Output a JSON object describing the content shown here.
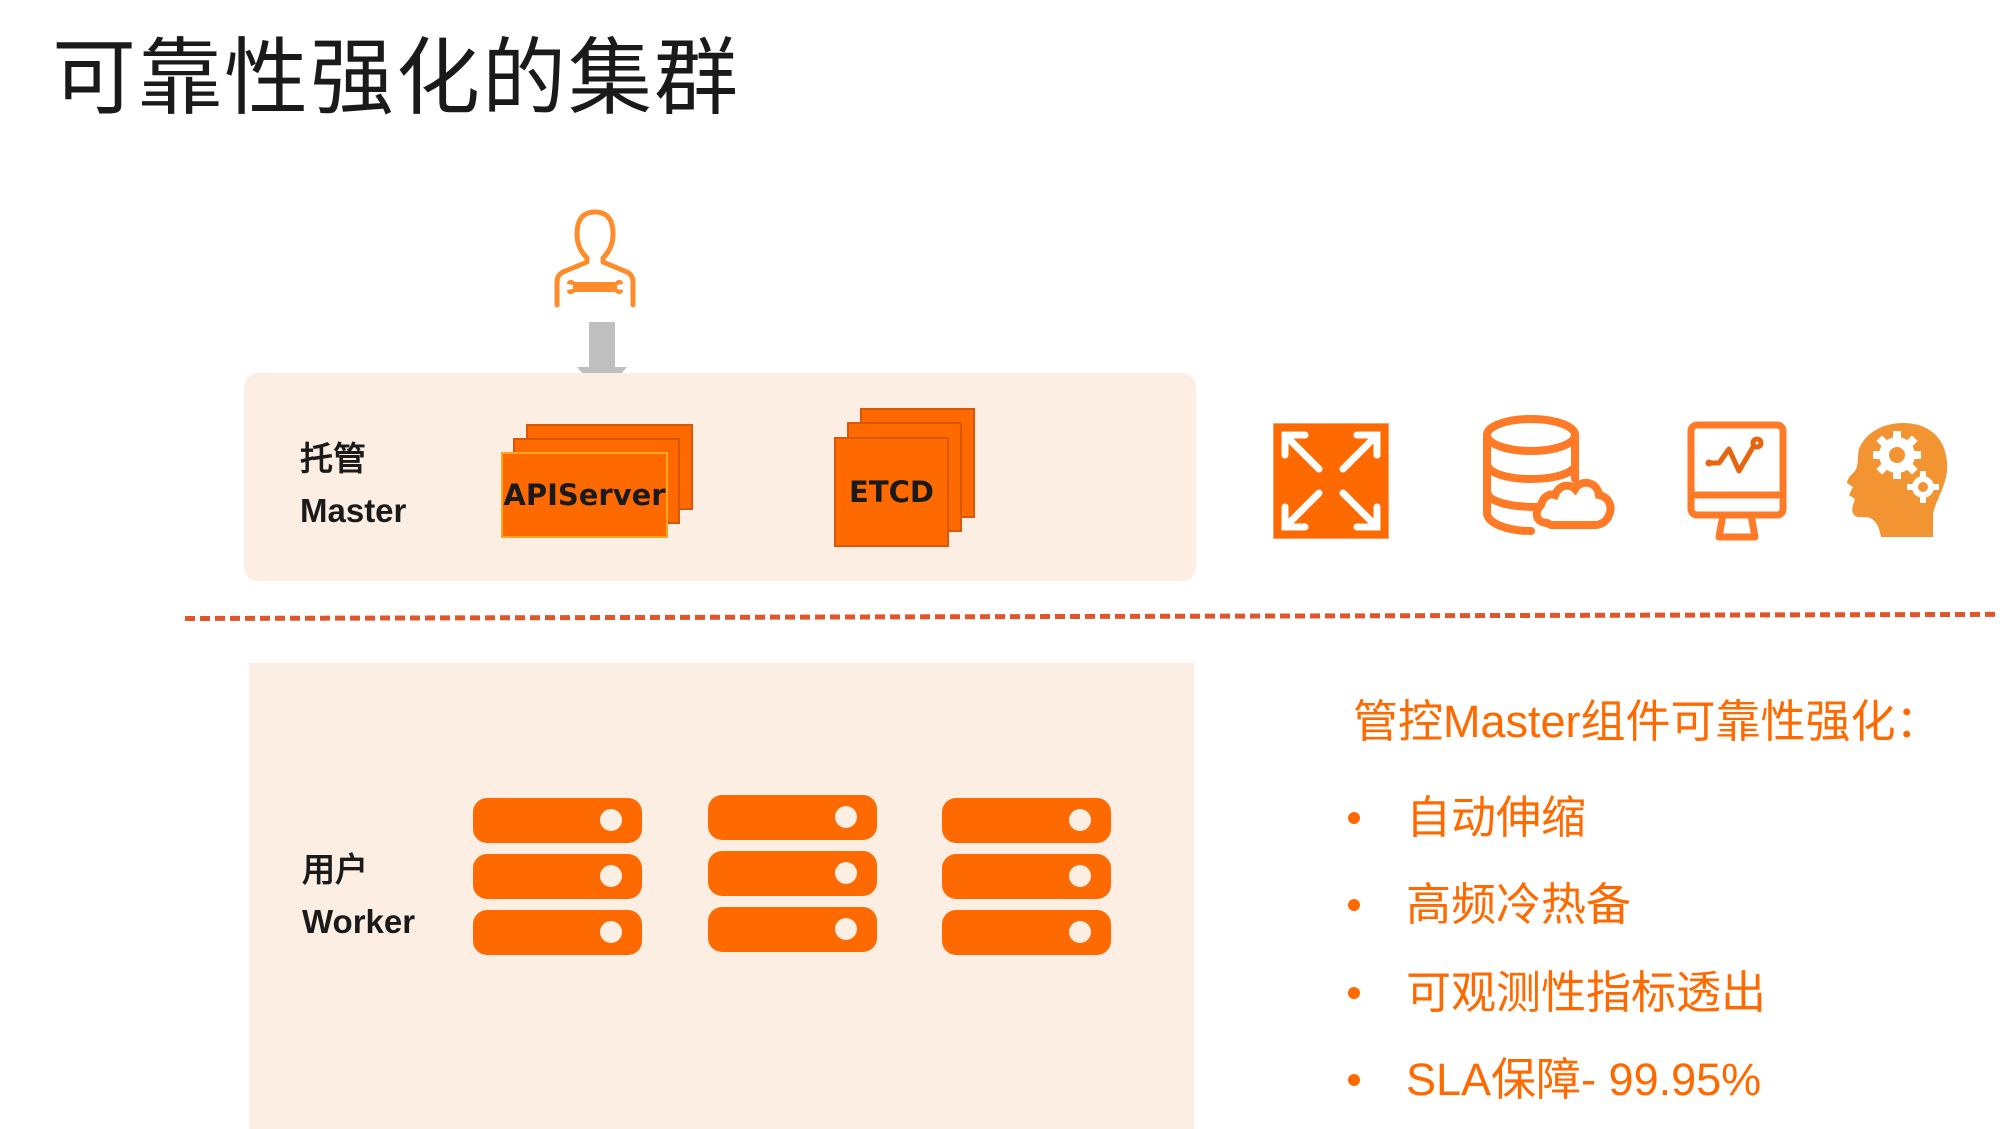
{
  "title": "可靠性强化的集群",
  "colors": {
    "accent": "#FF6A00",
    "panel_bg": "#FDEEE3",
    "divider": "#E0562A",
    "arrow_gray": "#BFBFBF",
    "icon_orange": "#FF7A26",
    "head_orange": "#F29431",
    "title_text": "#1a1a1a"
  },
  "master_zone": {
    "label_cn": "托管",
    "label_en": "Master",
    "components": [
      {
        "name": "APIServer",
        "stack_count": 3
      },
      {
        "name": "ETCD",
        "stack_count": 3
      }
    ],
    "operator_icon": "person-wrench-icon",
    "arrow_icon": "arrow-down-icon"
  },
  "worker_zone": {
    "label_cn": "用户",
    "label_en": "Worker",
    "server_groups": 3,
    "rows_per_server": 3,
    "server_icon": "server-rack-icon"
  },
  "feature_icons": [
    {
      "name": "expand-arrows-icon",
      "meaning": "自动伸缩"
    },
    {
      "name": "database-cloud-icon",
      "meaning": "高频冷热备"
    },
    {
      "name": "monitor-chart-icon",
      "meaning": "可观测性指标透出"
    },
    {
      "name": "head-gears-icon",
      "meaning": "SLA保障"
    }
  ],
  "features": {
    "heading": "管控Master组件可靠性强化：",
    "items": [
      "自动伸缩",
      "高频冷热备",
      "可观测性指标透出",
      "SLA保障- 99.95%"
    ]
  }
}
